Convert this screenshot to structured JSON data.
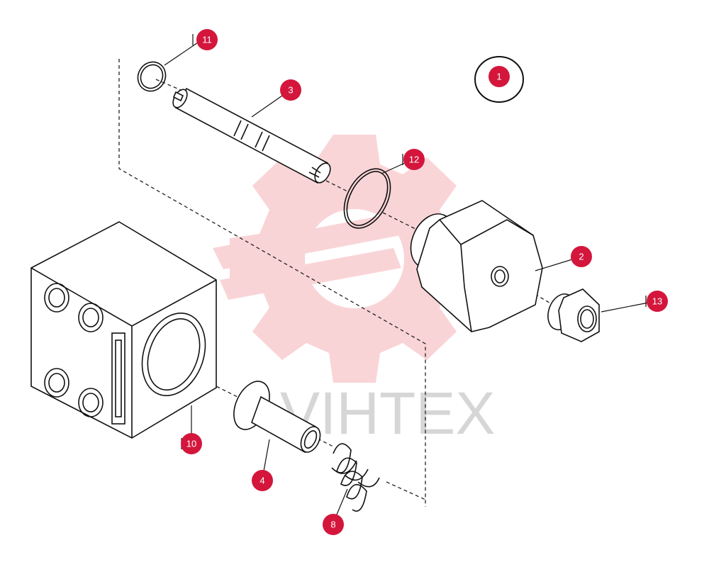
{
  "diagram": {
    "watermark_text": "VIHTEX",
    "callouts": [
      {
        "id": "1",
        "label": "1"
      },
      {
        "id": "2",
        "label": "2"
      },
      {
        "id": "3",
        "label": "3"
      },
      {
        "id": "4",
        "label": "4"
      },
      {
        "id": "8",
        "label": "8"
      },
      {
        "id": "10",
        "label": "10"
      },
      {
        "id": "11",
        "label": "11"
      },
      {
        "id": "12",
        "label": "12"
      },
      {
        "id": "13",
        "label": "13"
      }
    ],
    "colors": {
      "callout": "#d4163c",
      "callout_text": "#ffffff",
      "line": "#111111",
      "watermark": "#f2b3b8"
    }
  }
}
